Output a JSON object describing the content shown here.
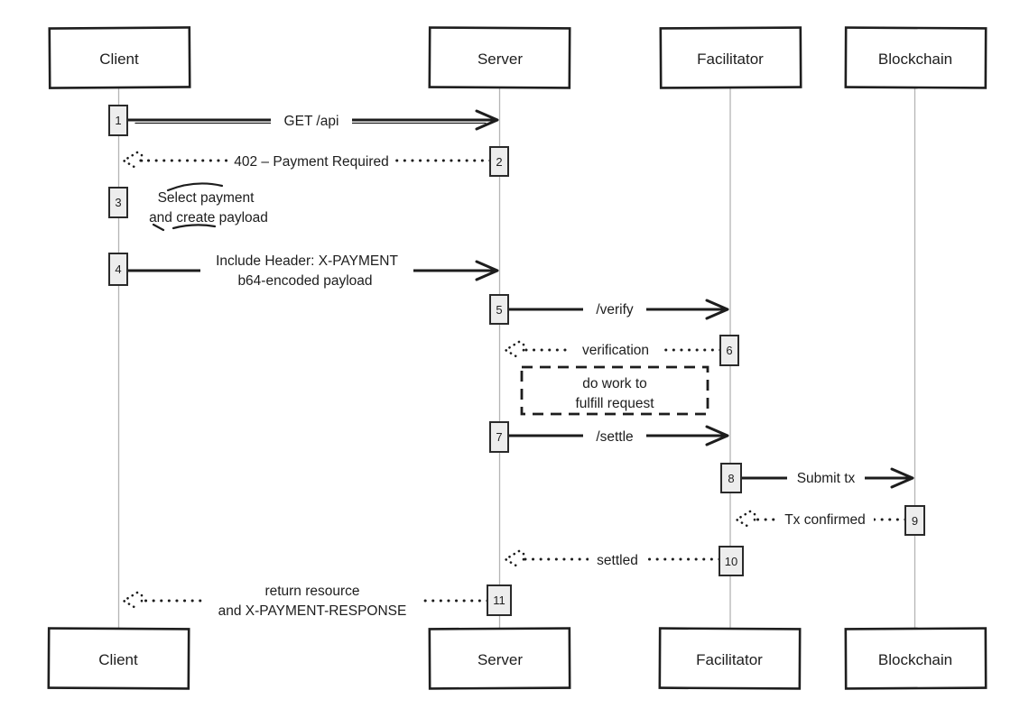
{
  "diagram_type": "sequence-diagram",
  "colors": {
    "stroke": "#1d1d1d",
    "lifeline": "#b4b4b4",
    "activation_fill": "#ededed",
    "background": "#ffffff"
  },
  "actors": [
    {
      "name": "Client"
    },
    {
      "name": "Server"
    },
    {
      "name": "Facilitator"
    },
    {
      "name": "Blockchain"
    }
  ],
  "messages": [
    {
      "seq": "1",
      "from": "Client",
      "to": "Server",
      "style": "solid",
      "label": "GET /api"
    },
    {
      "seq": "2",
      "from": "Server",
      "to": "Client",
      "style": "dotted",
      "label": "402 – Payment Required"
    },
    {
      "seq": "3",
      "actor": "Client",
      "style": "self-note",
      "label_line1": "Select payment",
      "label_line2": "and create payload"
    },
    {
      "seq": "4",
      "from": "Client",
      "to": "Server",
      "style": "solid",
      "label_line1": "Include Header: X-PAYMENT",
      "label_line2": "b64-encoded payload"
    },
    {
      "seq": "5",
      "from": "Server",
      "to": "Facilitator",
      "style": "solid",
      "label": "/verify"
    },
    {
      "seq": "6",
      "from": "Facilitator",
      "to": "Server",
      "style": "dotted",
      "label": "verification"
    },
    {
      "seq": "7",
      "from": "Server",
      "to": "Facilitator",
      "style": "solid",
      "label": "/settle"
    },
    {
      "seq": "8",
      "from": "Facilitator",
      "to": "Blockchain",
      "style": "solid",
      "label": "Submit tx"
    },
    {
      "seq": "9",
      "from": "Blockchain",
      "to": "Facilitator",
      "style": "dotted",
      "label": "Tx confirmed"
    },
    {
      "seq": "10",
      "from": "Facilitator",
      "to": "Server",
      "style": "dotted",
      "label": "settled"
    },
    {
      "seq": "11",
      "from": "Server",
      "to": "Client",
      "style": "dotted",
      "label_line1": "return resource",
      "label_line2": "and X-PAYMENT-RESPONSE"
    }
  ],
  "note_box": {
    "line1": "do work to",
    "line2": "fulfill request"
  }
}
